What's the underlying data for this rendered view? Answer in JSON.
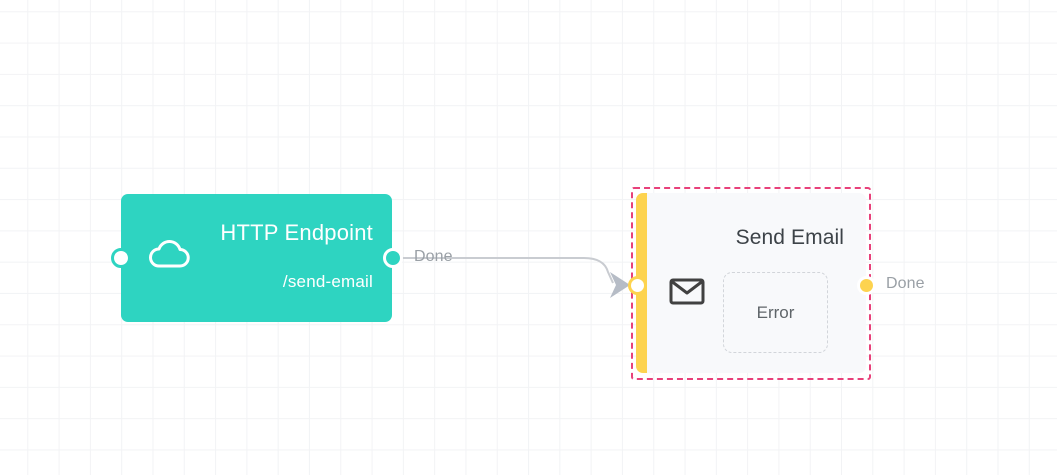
{
  "canvas": {
    "grid_color": "#f2f3f5",
    "background": "#ffffff"
  },
  "nodes": [
    {
      "id": "http-endpoint",
      "title": "HTTP Endpoint",
      "subtitle": "/send-email",
      "icon": "cloud-icon",
      "color": "#2ed4c1",
      "selected": false,
      "ports": {
        "input_label": "",
        "output_label": "Done"
      }
    },
    {
      "id": "send-email",
      "title": "Send Email",
      "icon": "envelope-icon",
      "color": "#f8f9fb",
      "accent_color": "#fdd34f",
      "selection_color": "#e8407a",
      "selected": true,
      "dropzone_label": "Error",
      "ports": {
        "input_label": "",
        "output_label": "Done"
      }
    }
  ],
  "edges": [
    {
      "from": "http-endpoint",
      "to": "send-email",
      "label": "Done",
      "color": "#c9ccd1"
    }
  ],
  "labels": {
    "edge_done": "Done",
    "output_done": "Done"
  }
}
